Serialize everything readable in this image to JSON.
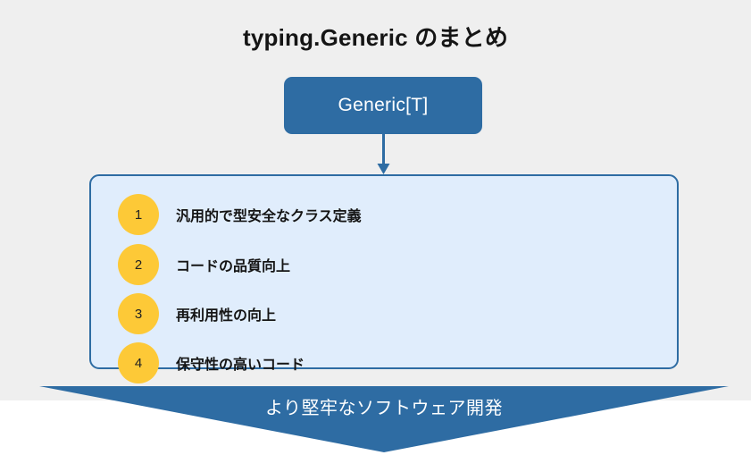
{
  "slide": {
    "title": "typing.Generic のまとめ",
    "background_color": "#efefef",
    "page_color": "#ffffff"
  },
  "node": {
    "label": "Generic[T]",
    "fill_color": "#2e6ca3",
    "text_color": "#ffffff"
  },
  "connector": {
    "icon": "down-arrow-icon",
    "color": "#2e6ca3"
  },
  "panel": {
    "fill_color": "#e0edfc",
    "border_color": "#2e6ca3",
    "badge_color": "#fdc937",
    "items": [
      {
        "number": "1",
        "label": "汎用的で型安全なクラス定義"
      },
      {
        "number": "2",
        "label": "コードの品質向上"
      },
      {
        "number": "3",
        "label": "再利用性の向上"
      },
      {
        "number": "4",
        "label": "保守性の高いコード"
      }
    ]
  },
  "banner": {
    "label": "より堅牢なソフトウェア開発",
    "fill_color": "#2e6ca3",
    "text_color": "#ffffff",
    "shape": "down-chevron-banner"
  }
}
